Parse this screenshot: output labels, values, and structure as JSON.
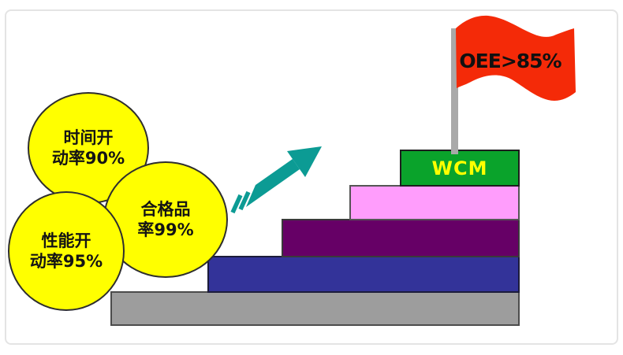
{
  "diagram": {
    "background": "#ffffff",
    "frame_color": "#e4e4e4"
  },
  "bubbles": [
    {
      "id": "time-availability",
      "line1": "时间开",
      "line2": "动率90%",
      "fill": "#ffff00",
      "border": "#2e2e2e",
      "text_color": "#141414"
    },
    {
      "id": "performance-availability",
      "line1": "性能开",
      "line2": "动率95%",
      "fill": "#ffff00",
      "border": "#2e2e2e",
      "text_color": "#141414"
    },
    {
      "id": "quality-pass-rate",
      "line1": "合格品",
      "line2": "率99%",
      "fill": "#ffff00",
      "border": "#2e2e2e",
      "text_color": "#141414"
    }
  ],
  "arrow": {
    "color": "#0c9b94"
  },
  "flag": {
    "label": "OEE>85%",
    "fill": "#f42a08",
    "pole_color": "#a9a9a9",
    "label_color": "#101010"
  },
  "steps": [
    {
      "label": "",
      "color": "#9d9d9d"
    },
    {
      "label": "",
      "color": "#333399"
    },
    {
      "label": "",
      "color": "#660066"
    },
    {
      "label": "",
      "color": "#ff9dfc"
    },
    {
      "label": "WCM",
      "color": "#0aa32b",
      "label_color": "#ffff00"
    }
  ]
}
